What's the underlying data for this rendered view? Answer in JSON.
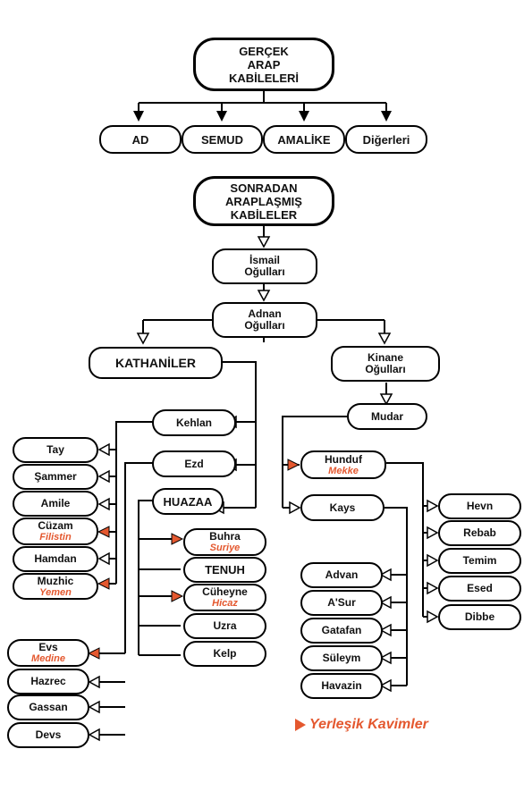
{
  "nodes": {
    "gercek": "GERÇEK\nARAP\nKABİLELERİ",
    "ad": "AD",
    "semud": "SEMUD",
    "amalike": "AMALİKE",
    "digerleri": "Diğerleri",
    "sonradan": "SONRADAN\nARAPLAŞMIŞ\nKABİLELER",
    "ismail": "İsmail\nOğulları",
    "adnan": "Adnan\nOğulları",
    "kathaniler": "KATHANİLER",
    "kinane": "Kinane\nOğulları",
    "kehlan": "Kehlan",
    "ezd": "Ezd",
    "huzaa": "HUAZAA",
    "mudar": "Mudar",
    "tay": "Tay",
    "sammer": "Şammer",
    "amile": "Amile",
    "cuzam": "Cüzam",
    "cuzam_place": "Filistin",
    "hamdan": "Hamdan",
    "muzhic": "Muzhic",
    "muzhic_place": "Yemen",
    "hunduf": "Hunduf",
    "hunduf_place": "Mekke",
    "kays": "Kays",
    "hevn": "Hevn",
    "rebab": "Rebab",
    "temim": "Temim",
    "esed": "Esed",
    "dibbe": "Dibbe",
    "buhra": "Buhra",
    "buhra_place": "Suriye",
    "tenuh": "TENUH",
    "cuheyne": "Cüheyne",
    "cuheyne_place": "Hicaz",
    "uzra": "Uzra",
    "kelp": "Kelp",
    "advan": "Advan",
    "asur": "A'Sur",
    "gatafan": "Gatafan",
    "suleym": "Süleym",
    "havazin": "Havazin",
    "evs": "Evs",
    "evs_place": "Medine",
    "hazrec": "Hazrec",
    "gassan": "Gassan",
    "devs": "Devs"
  },
  "legend": {
    "label": "Yerleşik Kavimler",
    "color": "#e4582f"
  }
}
